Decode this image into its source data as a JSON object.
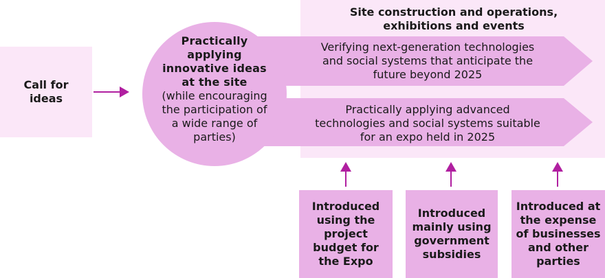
{
  "call_for_ideas": "Call for ideas",
  "circle": {
    "title": "Practically applying innovative ideas at the site",
    "subtitle": "(while encouraging the participation of a wide range of parties)"
  },
  "site_panel": {
    "heading": "Site construction and operations, exhibitions and events",
    "arrow_top": "Verifying next-generation technologies and social systems that anticipate the future beyond 2025",
    "arrow_bottom": "Practically applying advanced technologies and social systems suitable for an expo held in 2025"
  },
  "funding": [
    {
      "label": "Introduced using the project budget for the Expo"
    },
    {
      "label": "Introduced mainly using government subsidies"
    },
    {
      "label": "Introduced at the expense of businesses and other parties"
    }
  ],
  "colors": {
    "light_pink": "#fbe7f8",
    "mid_pink": "#e9b1e6",
    "arrow_magenta": "#b01fa0"
  }
}
